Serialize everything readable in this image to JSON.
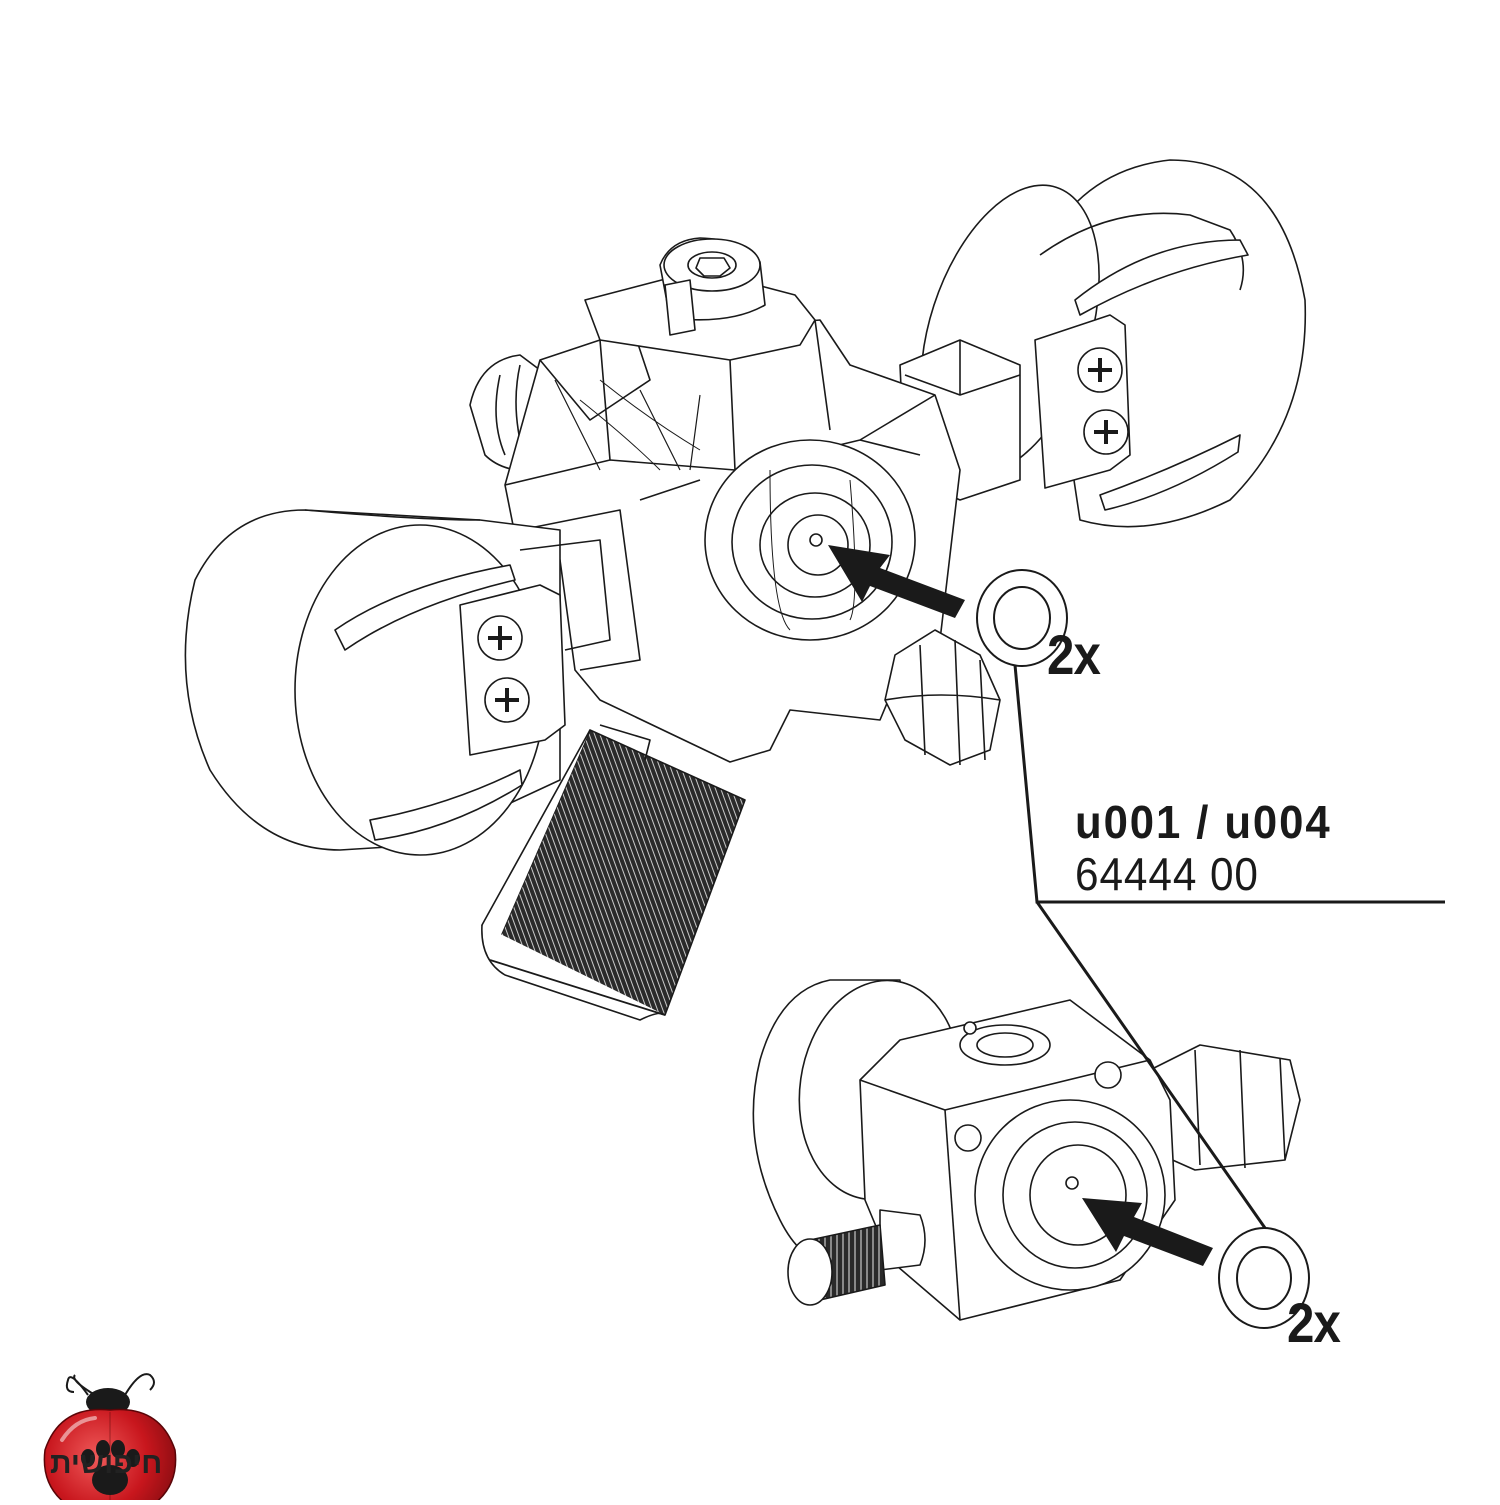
{
  "labels": {
    "qty_top": "2x",
    "qty_bottom": "2x",
    "model": "u001 / u004",
    "part_number": "64444 00"
  },
  "logo": {
    "text": "חיפושית",
    "icon": "ladybug-paw-logo"
  },
  "colors": {
    "line": "#1a1a1a",
    "logo_red": "#c8161d",
    "logo_dark": "#1a1a1a"
  }
}
